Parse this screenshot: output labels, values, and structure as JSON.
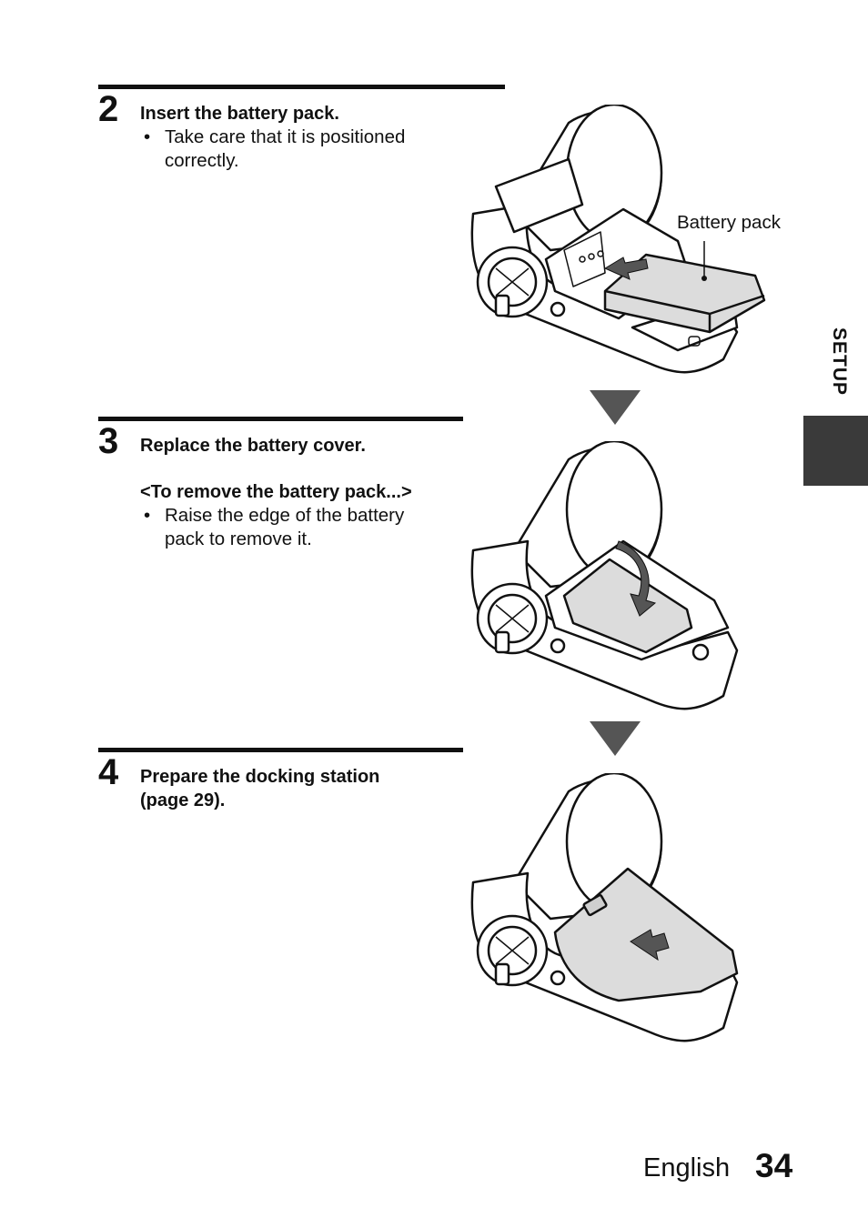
{
  "steps": [
    {
      "number": "2",
      "title": "Insert the battery pack.",
      "bullets": [
        "Take care that it is positioned",
        "correctly."
      ]
    },
    {
      "number": "3",
      "title": "Replace the battery cover.",
      "subheading": "<To remove the battery pack...>",
      "bullets": [
        "Raise the edge of the battery",
        "pack to remove it."
      ]
    },
    {
      "number": "4",
      "title_lines": [
        "Prepare the docking station",
        "(page 29)."
      ]
    }
  ],
  "callout": {
    "battery_pack": "Battery pack"
  },
  "side": {
    "section": "SETUP"
  },
  "footer": {
    "language": "English",
    "page": "34"
  },
  "colors": {
    "text": "#111111",
    "tab": "#3a3a3a",
    "arrow": "#555555",
    "battery": "#dcdcdc"
  }
}
